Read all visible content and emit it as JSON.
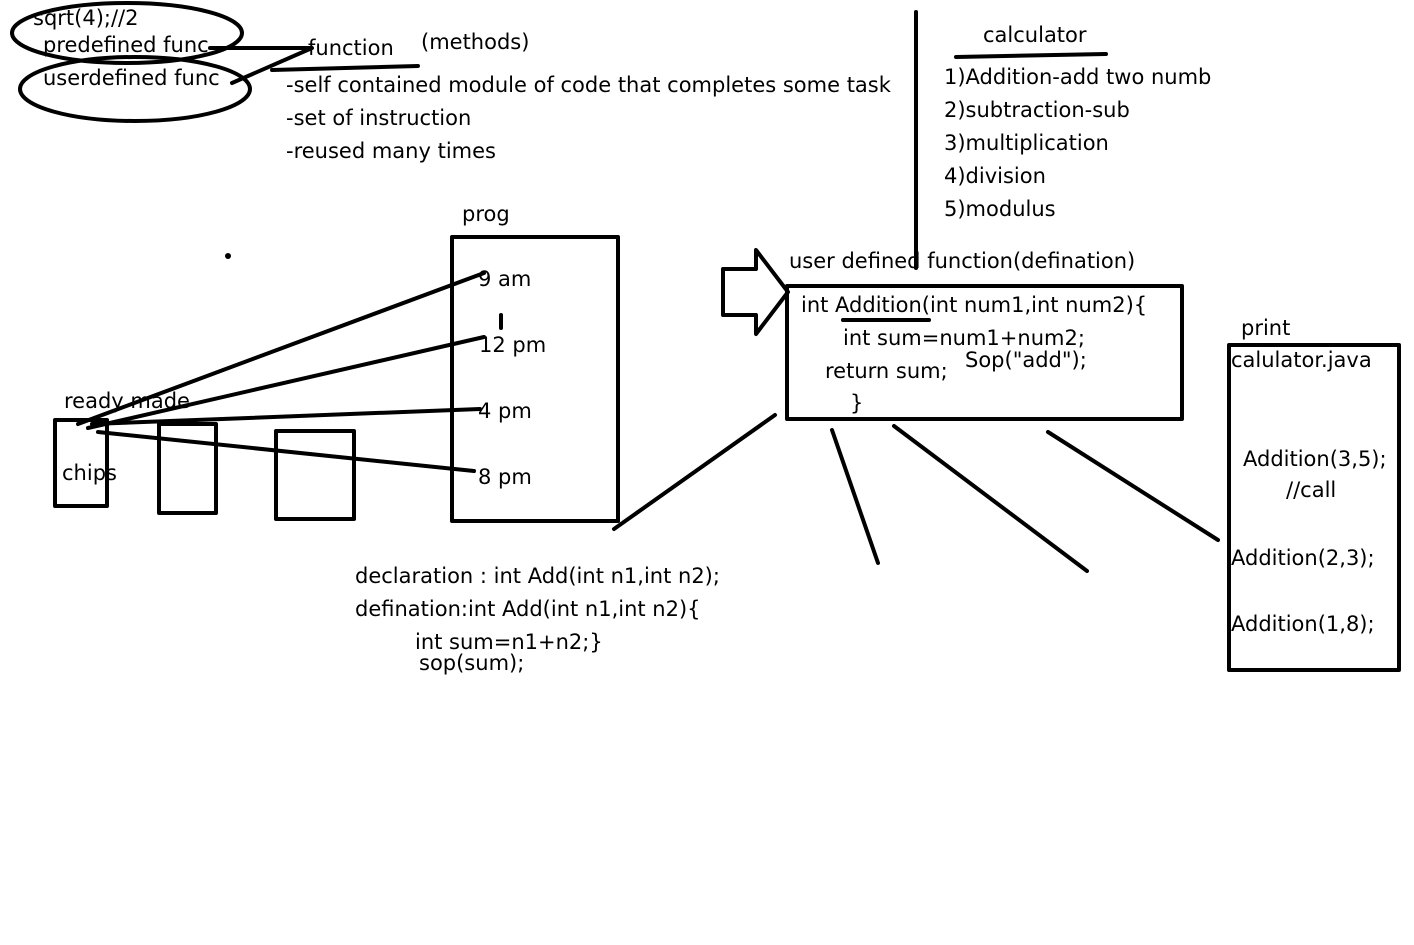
{
  "top_left": {
    "sqrt_note": "sqrt(4);//2",
    "predefined": "predefined func",
    "userdefined": "userdefined  func",
    "function_word": "function",
    "methods": "(methods)"
  },
  "function_notes": [
    "-self contained module of code that completes some task",
    "-set of instruction",
    "-reused many times"
  ],
  "calculator": {
    "title": "calculator",
    "items": [
      "1)Addition-add two numb",
      "2)subtraction-sub",
      "3)multiplication",
      "4)division",
      "5)modulus"
    ]
  },
  "prog": {
    "title": "prog",
    "times": [
      "9 am",
      "12 pm",
      "4 pm",
      "8 pm"
    ]
  },
  "readymade": {
    "label": "ready made",
    "chips": "chips"
  },
  "udf": {
    "title": "user defined function(defination)",
    "lines": [
      "int Addition(int num1,int num2){",
      "int sum=num1+num2;",
      "return sum;",
      "}"
    ],
    "sop": "Sop(\"add\");"
  },
  "declaration": {
    "lines": [
      "declaration : int Add(int n1,int n2);",
      "defination:int Add(int n1,int n2){",
      "int sum=n1+n2;}",
      "sop(sum);"
    ]
  },
  "print_box": {
    "label": "print",
    "filename": "calulator.java",
    "call1": "Addition(3,5);",
    "call_comment": "//call",
    "call2": "Addition(2,3);",
    "call3": "Addition(1,8);"
  }
}
